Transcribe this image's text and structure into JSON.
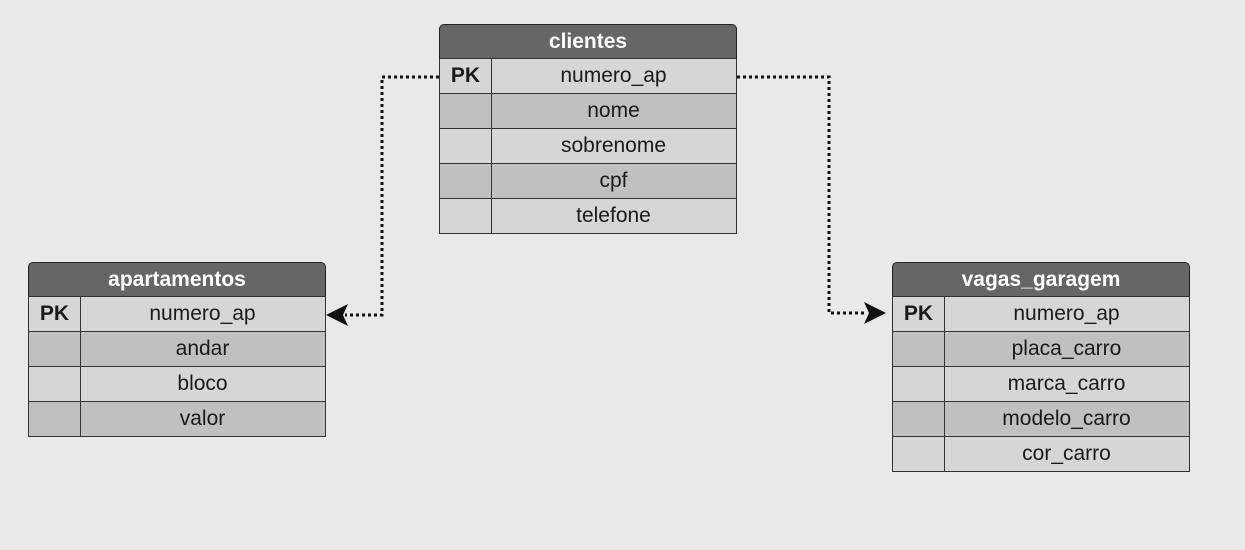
{
  "entities": {
    "clientes": {
      "title": "clientes",
      "rows": [
        {
          "key": "PK",
          "field": "numero_ap"
        },
        {
          "key": "",
          "field": "nome"
        },
        {
          "key": "",
          "field": "sobrenome"
        },
        {
          "key": "",
          "field": "cpf"
        },
        {
          "key": "",
          "field": "telefone"
        }
      ]
    },
    "apartamentos": {
      "title": "apartamentos",
      "rows": [
        {
          "key": "PK",
          "field": "numero_ap"
        },
        {
          "key": "",
          "field": "andar"
        },
        {
          "key": "",
          "field": "bloco"
        },
        {
          "key": "",
          "field": "valor"
        }
      ]
    },
    "vagas_garagem": {
      "title": "vagas_garagem",
      "rows": [
        {
          "key": "PK",
          "field": "numero_ap"
        },
        {
          "key": "",
          "field": "placa_carro"
        },
        {
          "key": "",
          "field": "marca_carro"
        },
        {
          "key": "",
          "field": "modelo_carro"
        },
        {
          "key": "",
          "field": "cor_carro"
        }
      ]
    }
  },
  "relationships": [
    {
      "from": "clientes.numero_ap",
      "to": "apartamentos.numero_ap",
      "style": "dotted",
      "arrow": "end"
    },
    {
      "from": "clientes.numero_ap",
      "to": "vagas_garagem.numero_ap",
      "style": "dotted",
      "arrow": "end"
    }
  ],
  "colors": {
    "background": "#e9e9e9",
    "header": "#666666",
    "row_light": "#d6d6d6",
    "row_dark": "#c0c0c0",
    "border": "#333333",
    "connector": "#111111"
  }
}
